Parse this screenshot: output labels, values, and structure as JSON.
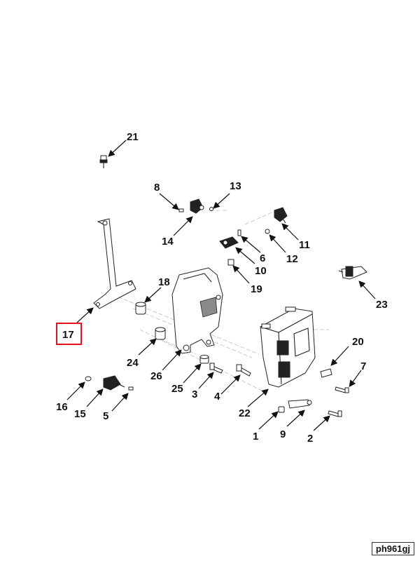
{
  "diagram": {
    "highlight_color": "#e0141e",
    "highlighted_callout": "17",
    "callouts": [
      "1",
      "2",
      "3",
      "4",
      "5",
      "6",
      "7",
      "8",
      "9",
      "10",
      "11",
      "12",
      "13",
      "14",
      "15",
      "16",
      "17",
      "18",
      "19",
      "20",
      "21",
      "22",
      "23",
      "24",
      "25",
      "26"
    ],
    "diagram_code": "ph961gj"
  }
}
